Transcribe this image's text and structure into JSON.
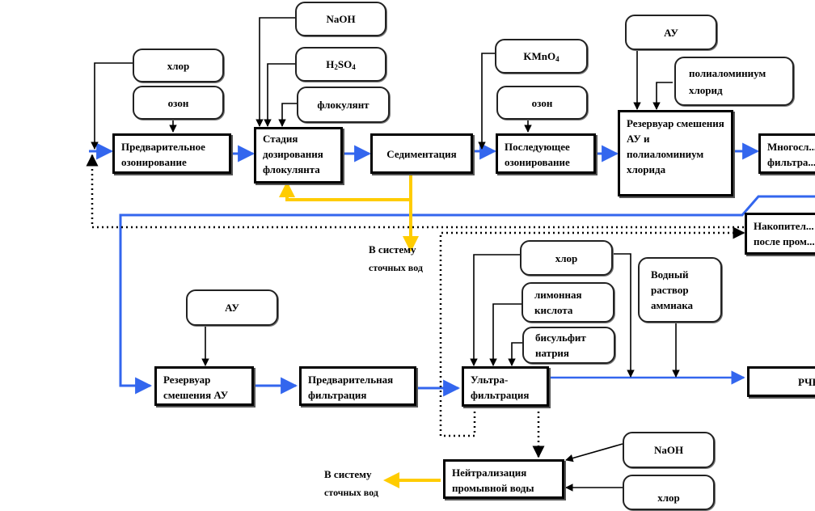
{
  "colors": {
    "main_flow": "#3366ee",
    "waste_flow": "#ffcc00",
    "reagent_line": "#000000",
    "backwash_line": "#000000"
  },
  "process_blocks": {
    "pre_ozonation": "Предварительное озонирование",
    "coagulant_dosing": "Стадия дозирования флокулянта",
    "sedimentation": "Седиментация",
    "post_ozonation": "Последующее озонирование",
    "pac_mixing_tank": "Резервуар смешения АУ и полиаломиниум хлорида",
    "multilayer_filtration": "Многосл... фильтра...",
    "storage_tank": "Накопител... после пром...",
    "au_mixing_tank": "Резервуар смешения АУ",
    "pre_filtration": "Предварительная фильтрация",
    "ultrafiltration": "Ультра- фильтрация",
    "rchv": "РЧВ",
    "wash_water_neutralization": "Нейтрализация промывной воды"
  },
  "reagents": {
    "chlorine_1": "хлор",
    "ozone_1": "озон",
    "naoh_1": "NaOH",
    "h2so4": "H2SO4",
    "flocculant": "флокулянт",
    "kmno4": "KMnO4",
    "ozone_2": "озон",
    "au_1": "АУ",
    "pac": "полиаломиниум хлорид",
    "au_2": "АУ",
    "chlorine_2": "хлор",
    "citric_acid": "лимонная кислота",
    "sodium_bisulfite": "бисульфит натрия",
    "ammonia_solution": "Водный раствор аммиака",
    "naoh_2": "NaOH",
    "chlorine_3": "хлор"
  },
  "labels": {
    "to_sewer_1_line1": "В систему",
    "to_sewer_1_line2": "сточных вод",
    "to_sewer_2_line1": "В систему",
    "to_sewer_2_line2": "сточных вод"
  }
}
